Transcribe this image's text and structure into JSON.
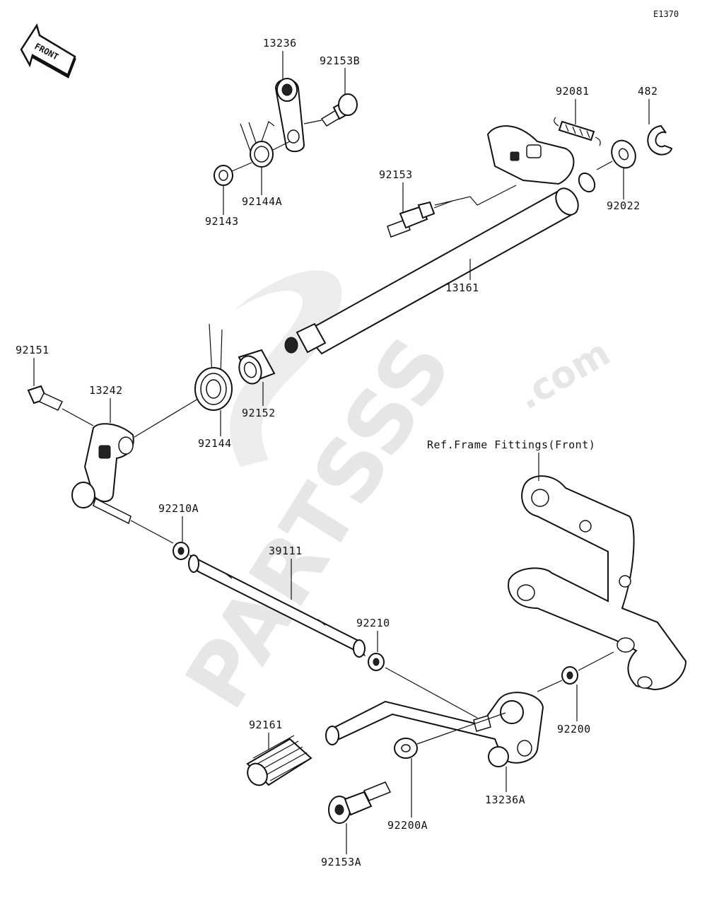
{
  "diagram_code": "E1370",
  "front_badge": "FRONT",
  "watermark": {
    "brand": "PARTSSS",
    "suffix": ".com"
  },
  "reference_note": "Ref.Frame Fittings(Front)",
  "parts": [
    {
      "id": "p13236",
      "number": "13236"
    },
    {
      "id": "p92153B",
      "number": "92153B"
    },
    {
      "id": "p92144A",
      "number": "92144A"
    },
    {
      "id": "p92143",
      "number": "92143"
    },
    {
      "id": "p92081",
      "number": "92081"
    },
    {
      "id": "p482",
      "number": "482"
    },
    {
      "id": "p92022",
      "number": "92022"
    },
    {
      "id": "p92153",
      "number": "92153"
    },
    {
      "id": "p13161",
      "number": "13161"
    },
    {
      "id": "p92151",
      "number": "92151"
    },
    {
      "id": "p13242",
      "number": "13242"
    },
    {
      "id": "p92144",
      "number": "92144"
    },
    {
      "id": "p92152",
      "number": "92152"
    },
    {
      "id": "p92210A",
      "number": "92210A"
    },
    {
      "id": "p39111",
      "number": "39111"
    },
    {
      "id": "p92210",
      "number": "92210"
    },
    {
      "id": "p92161",
      "number": "92161"
    },
    {
      "id": "p92200",
      "number": "92200"
    },
    {
      "id": "p13236A",
      "number": "13236A"
    },
    {
      "id": "p92200A",
      "number": "92200A"
    },
    {
      "id": "p92153A",
      "number": "92153A"
    }
  ]
}
